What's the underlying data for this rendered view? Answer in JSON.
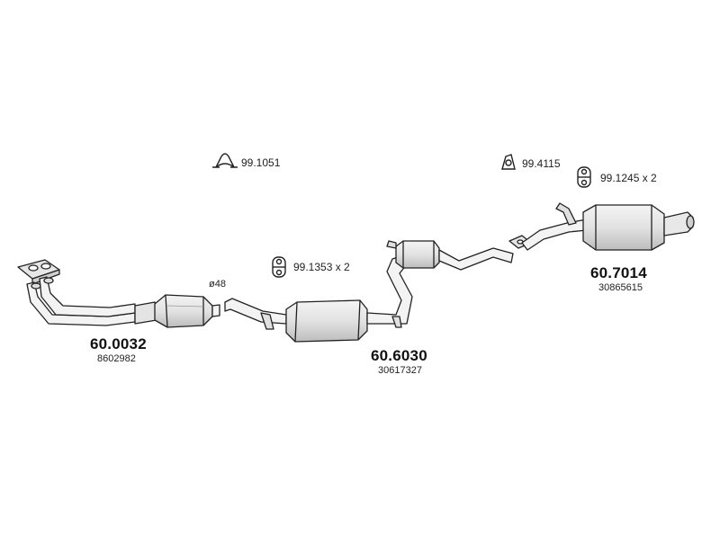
{
  "parts": [
    {
      "part_number": "60.0032",
      "oem_number": "8602982"
    },
    {
      "part_number": "60.6030",
      "oem_number": "30617327"
    },
    {
      "part_number": "60.7014",
      "oem_number": "30865615"
    }
  ],
  "accessories": [
    {
      "code": "99.1051",
      "icon": "clamp-icon"
    },
    {
      "code": "99.4115",
      "icon": "hanger-icon"
    },
    {
      "code": "99.1245 x 2",
      "icon": "rubber-mount-icon"
    },
    {
      "code": "99.1353 x 2",
      "icon": "rubber-mount-icon"
    }
  ],
  "dimension_label": "ø48",
  "colors": {
    "line": "#222222",
    "fill_light": "#e9e9e9",
    "fill_dark": "#cfcfcf",
    "background": "#ffffff"
  }
}
